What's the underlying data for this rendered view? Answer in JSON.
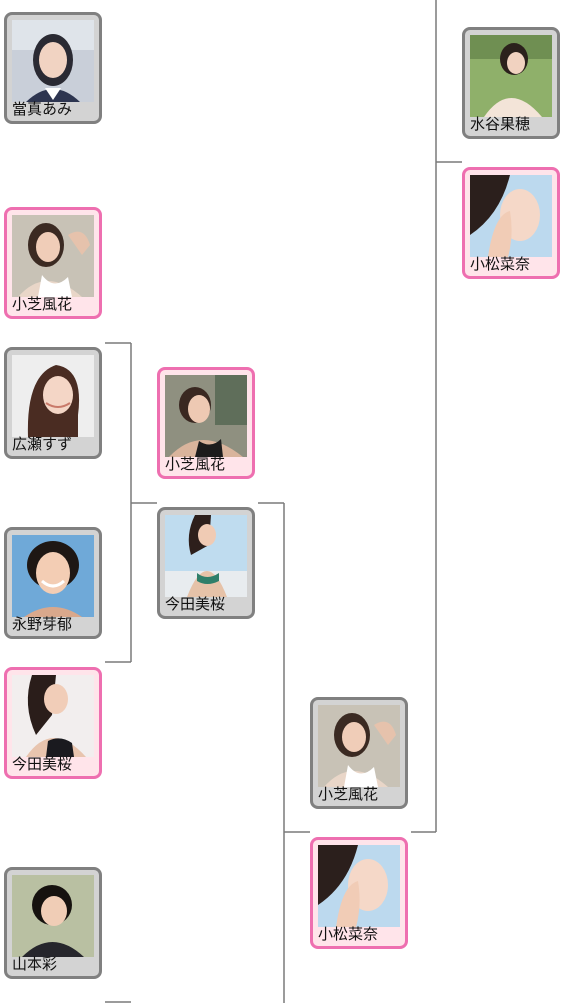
{
  "bracket": {
    "round1": [
      {
        "name": "當真あみ",
        "winner": false
      },
      {
        "name": "小芝風花",
        "winner": true
      },
      {
        "name": "広瀬すず",
        "winner": false
      },
      {
        "name": "永野芽郁",
        "winner": false
      },
      {
        "name": "今田美桜",
        "winner": true
      },
      {
        "name": "山本彩",
        "winner": false
      }
    ],
    "round2": [
      {
        "name": "小芝風花",
        "winner": true
      },
      {
        "name": "今田美桜",
        "winner": false
      }
    ],
    "round3": [
      {
        "name": "小芝風花",
        "winner": false
      },
      {
        "name": "小松菜奈",
        "winner": true
      }
    ],
    "round4": [
      {
        "name": "水谷果穂",
        "winner": false
      },
      {
        "name": "小松菜奈",
        "winner": true
      }
    ]
  },
  "colors": {
    "winner_border": "#ee6fb0",
    "winner_background": "#ffe4ea",
    "loser_border": "#808080",
    "loser_background": "#d3d3d3",
    "connector": "#7a7a7a"
  }
}
